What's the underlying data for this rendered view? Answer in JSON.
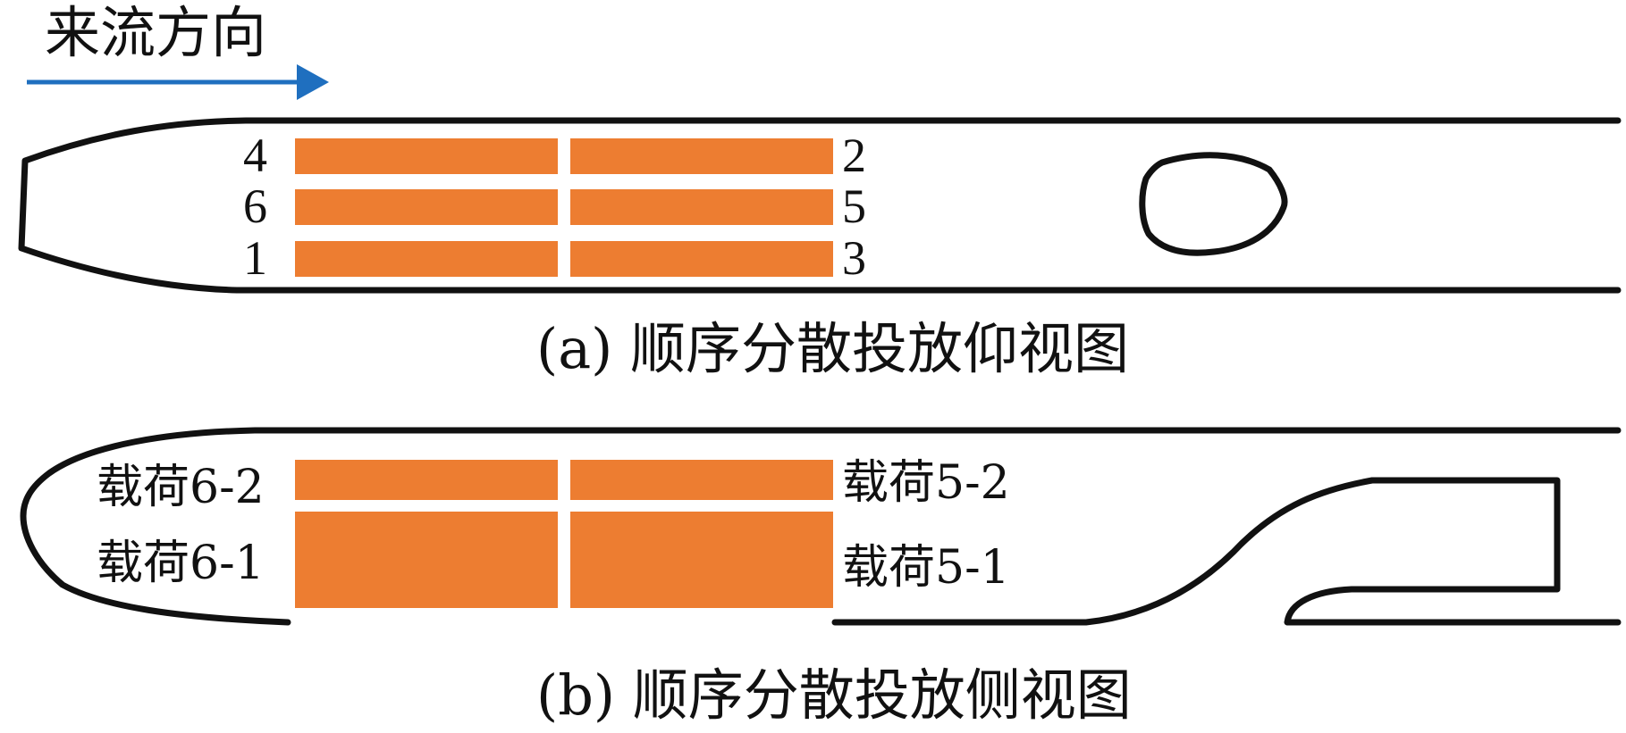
{
  "flow_direction_label": "来流方向",
  "colors": {
    "payload": "#ED7D31",
    "arrow": "#1F6FBF",
    "outline": "#111111"
  },
  "bottom_view": {
    "caption": "(a) 顺序分散投放仰视图",
    "numbers_left": [
      "4",
      "6",
      "1"
    ],
    "numbers_right": [
      "2",
      "5",
      "3"
    ]
  },
  "side_view": {
    "caption": "(b) 顺序分散投放侧视图",
    "labels": {
      "payload_6_2": "载荷6-2",
      "payload_6_1": "载荷6-1",
      "payload_5_2": "载荷5-2",
      "payload_5_1": "载荷5-1"
    }
  }
}
